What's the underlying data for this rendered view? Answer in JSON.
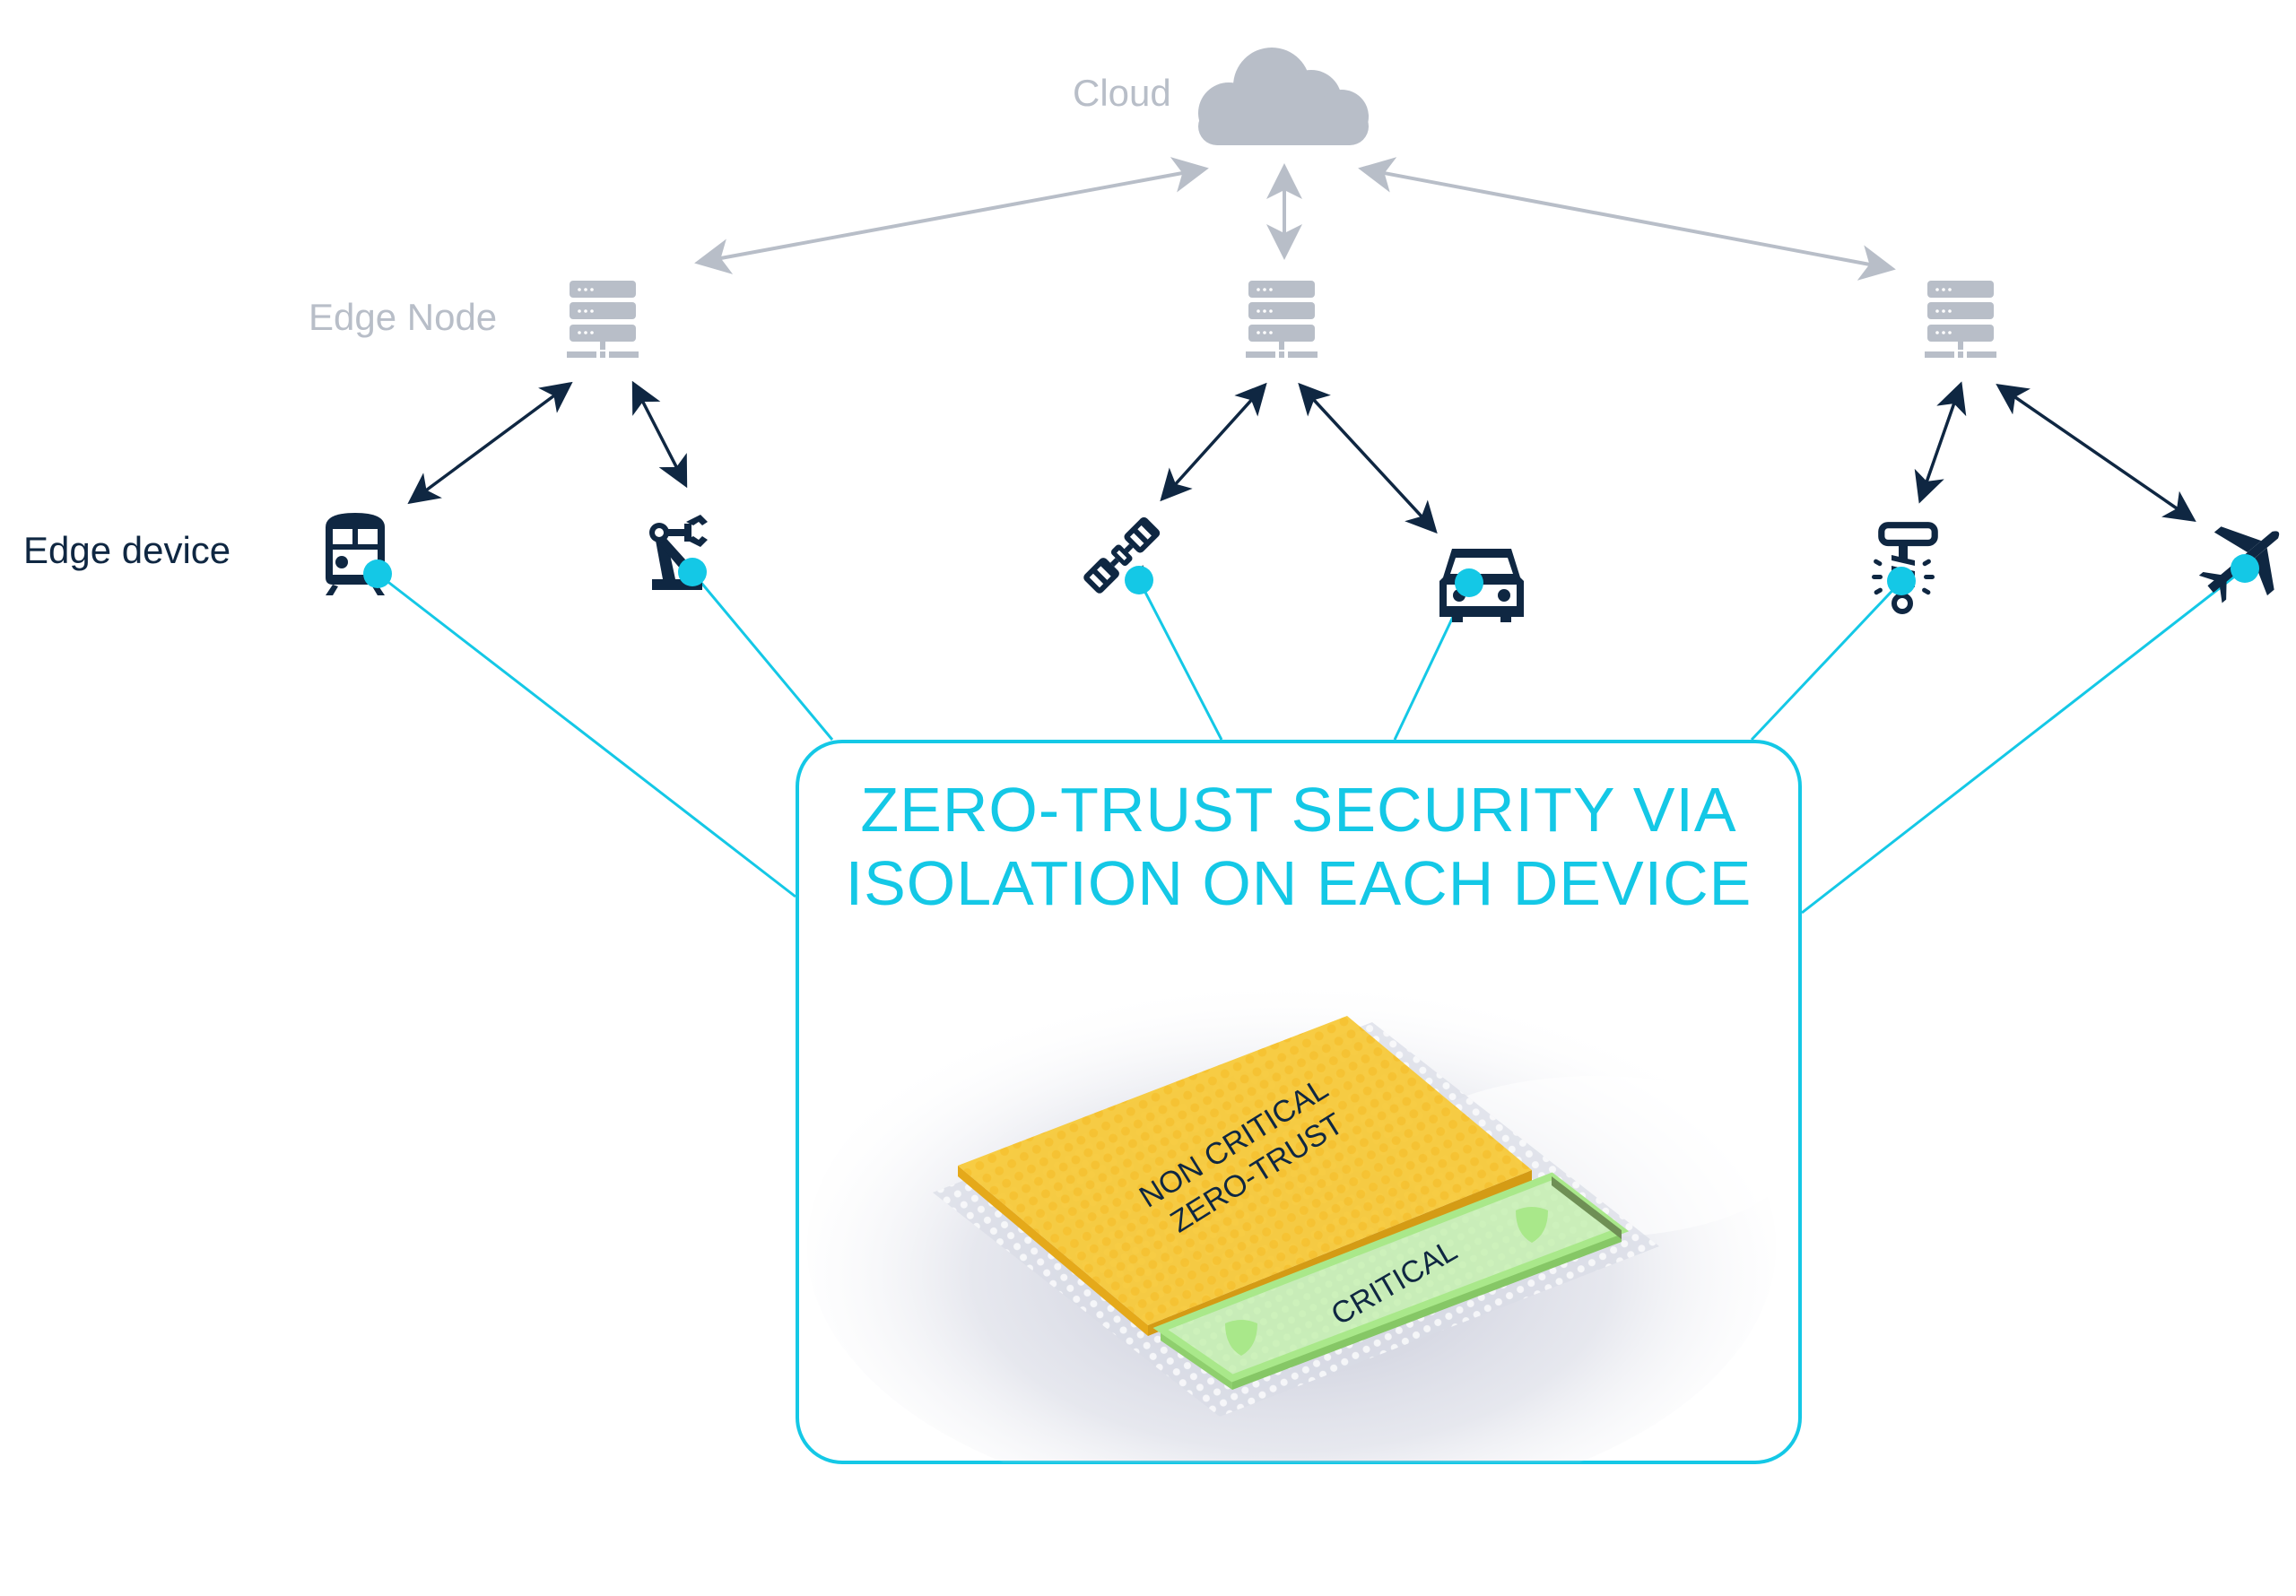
{
  "diagram": {
    "cloud": {
      "label": "Cloud",
      "icon": "cloud-icon"
    },
    "edge_node": {
      "label": "Edge Node",
      "icon": "server-icon",
      "count": 3
    },
    "edge_device": {
      "label": "Edge device"
    },
    "devices": [
      {
        "name": "train",
        "icon": "train-icon",
        "node": 1
      },
      {
        "name": "robotic-arm",
        "icon": "robot-arm-icon",
        "node": 1
      },
      {
        "name": "satellite",
        "icon": "satellite-icon",
        "node": 2
      },
      {
        "name": "car",
        "icon": "car-icon",
        "node": 2
      },
      {
        "name": "sprinkler",
        "icon": "sprinkler-icon",
        "node": 3
      },
      {
        "name": "airplane",
        "icon": "airplane-icon",
        "node": 3
      }
    ],
    "security_box": {
      "title_line1": "ZERO-TRUST SECURITY VIA",
      "title_line2": "ISOLATION ON EACH DEVICE",
      "chip": {
        "non_critical_line1": "NON CRITICAL",
        "non_critical_line2": "ZERO-TRUST",
        "critical": "CRITICAL"
      }
    },
    "colors": {
      "cloud_grey": "#b8bec8",
      "navy": "#0f2742",
      "cyan": "#14c8e6",
      "chip_yellow": "#f7c93a",
      "chip_green": "#a9e88a"
    }
  }
}
